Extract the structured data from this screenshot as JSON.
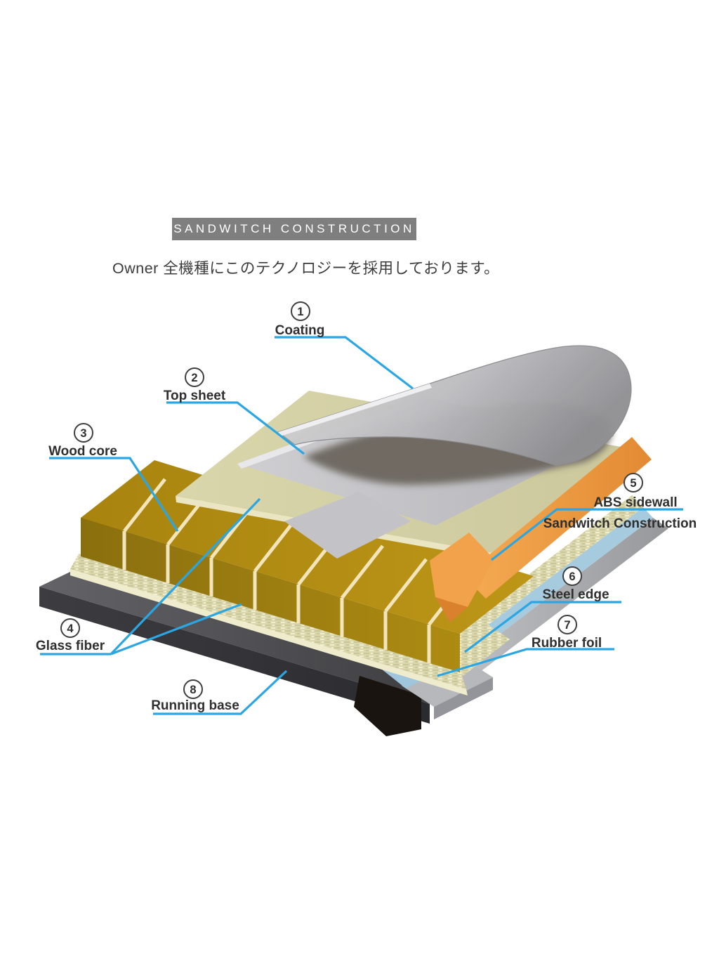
{
  "header": {
    "banner": "SANDWITCH CONSTRUCTION",
    "subtitle": "Owner 全機種にこのテクノロジーを採用しております。"
  },
  "diagram": {
    "labels": [
      {
        "num": "1",
        "name": "Coating"
      },
      {
        "num": "2",
        "name": "Top sheet"
      },
      {
        "num": "3",
        "name": "Wood core"
      },
      {
        "num": "4",
        "name": "Glass fiber"
      },
      {
        "num": "5",
        "name": "ABS sidewall",
        "note": "Sandwitch Construction"
      },
      {
        "num": "6",
        "name": "Steel edge"
      },
      {
        "num": "7",
        "name": "Rubber foil"
      },
      {
        "num": "8",
        "name": "Running base"
      }
    ],
    "colors": {
      "leader_line": "#2ba6e2",
      "banner_bg": "#7f7f7f",
      "banner_text": "#ffffff",
      "wood_core": "#b28c13",
      "glass_fiber": "#dbd7ac",
      "top_sheet": "#c6c6ca",
      "coating": "#bcbcbf",
      "abs_sidewall": "#f09d45",
      "rubber_foil": "#a6cade",
      "steel_edge": "#b0b1b4",
      "running_base": "#3f3f42"
    }
  }
}
